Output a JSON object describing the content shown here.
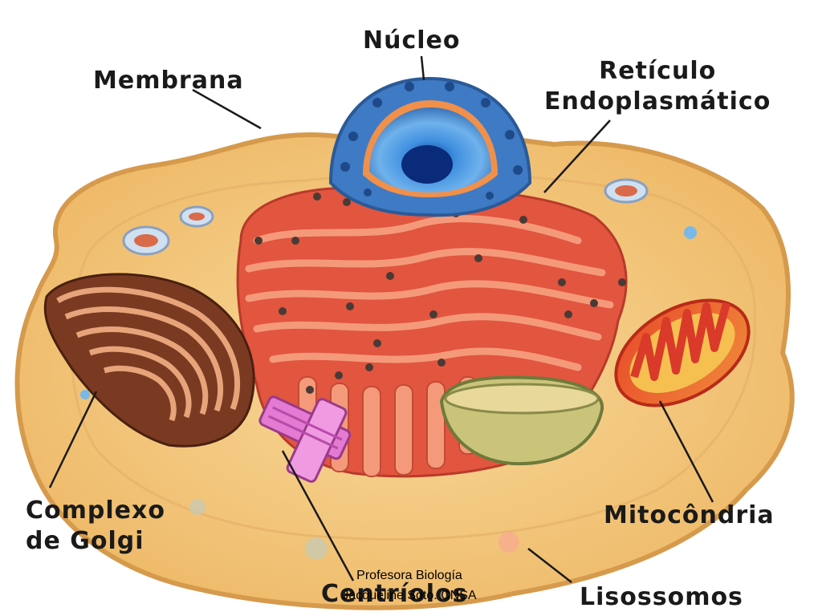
{
  "labels": {
    "nucleo": "Núcleo",
    "membrana": "Membrana",
    "reticulo_line1": "Retículo",
    "reticulo_line2": "Endoplasmático",
    "golgi_line1": "Complexo",
    "golgi_line2": "de Golgi",
    "mitocondria": "Mitocôndria",
    "centriolos": "Centríolos",
    "lisossomos": "Lisossomos"
  },
  "credit": {
    "line1": "Profesora Biología",
    "line2": "Jacqueline Soto. CNSA"
  },
  "colors": {
    "cytoplasm": "#f2c77a",
    "membrane": "#e0a85c",
    "nucleus": "#4a86c8",
    "er": "#d9483a",
    "golgi": "#8a4a2e",
    "mitochondria": "#d93a2a",
    "centriole": "#e07ad0",
    "vacuole": "#c8c880"
  },
  "icons": [
    "animal-cell-illustration"
  ]
}
